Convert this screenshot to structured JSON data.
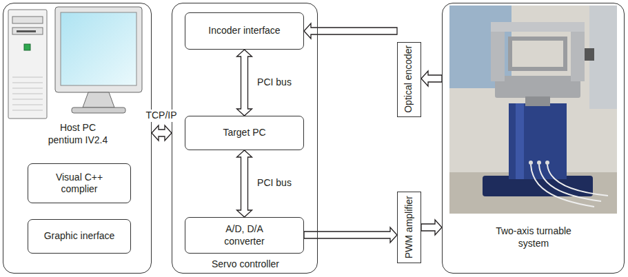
{
  "diagram": {
    "nodes": [
      {
        "text": [
          "Host PC pentium IV2.4"
        ]
      },
      {
        "text": [
          "Visual C++ complier"
        ],
        "in": 0
      },
      {
        "text": [
          "Graphic inerface"
        ],
        "in": 0
      },
      {
        "text": [
          "Servo controller"
        ]
      },
      {
        "text": [
          "Incoder interface"
        ],
        "in": 3
      },
      {
        "text": [
          "Target PC"
        ],
        "in": 3
      },
      {
        "text": [
          "A/D, D/A converter"
        ],
        "in": 3
      },
      {
        "text": [
          "Optical encoder"
        ]
      },
      {
        "text": [
          "PWM amplifier"
        ]
      },
      {
        "text": [
          "Two-axis turnable system"
        ]
      }
    ],
    "edges": [
      {
        "from": 0,
        "to": 3,
        "label": "TCP/IP",
        "arrow": "both"
      },
      {
        "from": 4,
        "to": 5,
        "label": "PCI bus",
        "arrow": "both"
      },
      {
        "from": 5,
        "to": 6,
        "label": "PCI bus",
        "arrow": "both"
      },
      {
        "from": 9,
        "to": 7,
        "arrow": "to"
      },
      {
        "from": 7,
        "to": 4,
        "arrow": "to"
      },
      {
        "from": 6,
        "to": 8,
        "arrow": "to"
      },
      {
        "from": 8,
        "to": 9,
        "arrow": "to"
      }
    ]
  }
}
